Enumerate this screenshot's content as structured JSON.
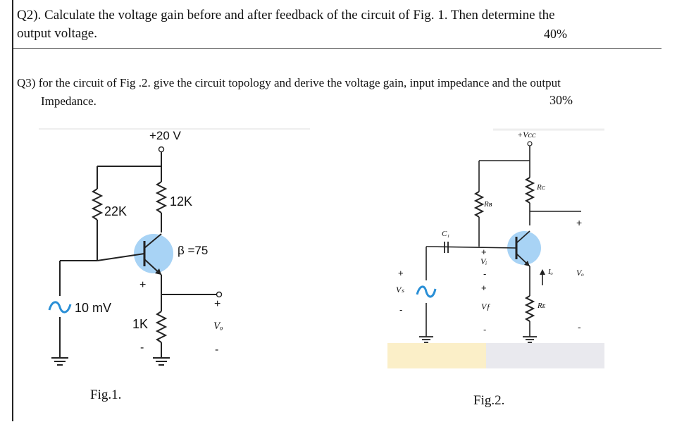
{
  "q2": {
    "line1": "Q2). Calculate the voltage gain before and after feedback of the circuit of Fig. 1. Then determine the",
    "line2": "output voltage.",
    "percent": "40%"
  },
  "q3": {
    "line1": "Q3) for the circuit of Fig .2. give the circuit topology and derive the voltage gain, input impedance and the output",
    "line2": "Impedance.",
    "percent": "30%"
  },
  "fig1": {
    "supply": "+20 V",
    "r_base": "22K",
    "r_collector": "12K",
    "beta": "β =75",
    "source": "10 mV",
    "r_emitter": "1K",
    "plus": "+",
    "minus": "-",
    "out_label": "Vₒ",
    "caption": "Fig.1."
  },
  "fig2": {
    "supply": "+Vᴄᴄ",
    "rc": "Rᴄ",
    "rb": "Rʙ",
    "c1": "C₁",
    "vi": "Vᵢ",
    "vs": "Vₛ",
    "vf": "Vƒ",
    "io": "Iₒ",
    "vo": "Vₒ",
    "re": "Rᴇ",
    "plus": "+",
    "minus": "-",
    "caption": "Fig.2."
  },
  "colors": {
    "transistor_fill": "#a8d3f5",
    "source_icon": "#2a8fd6",
    "highlight": "#fbefc8"
  }
}
